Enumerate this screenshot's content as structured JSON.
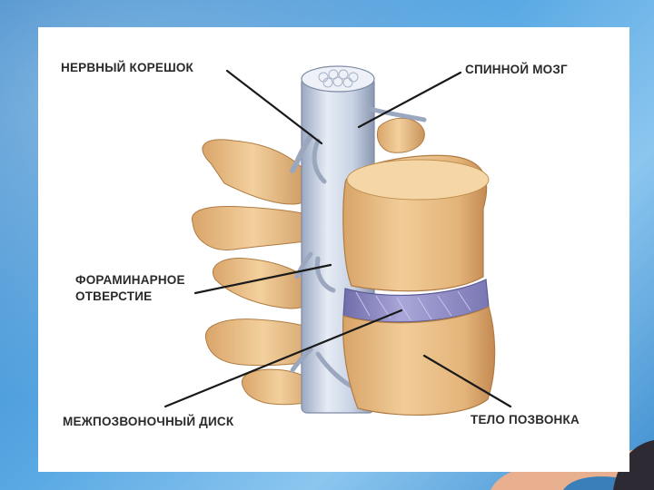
{
  "labels": {
    "nerve_root": "НЕРВНЫЙ КОРЕШОК",
    "spinal_cord": "СПИННОЙ МОЗГ",
    "foramen_line1": "ФОРАМИНАРНОЕ",
    "foramen_line2": "ОТВЕРСТИЕ",
    "disc": "МЕЖПОЗВОНОЧНЫЙ ДИСК",
    "vertebral_body": "ТЕЛО ПОЗВОНКА"
  },
  "colors": {
    "slide_background": "#3f8fd0",
    "panel": "#ffffff",
    "bone": "#ecc48c",
    "bone_shadow": "#c8935a",
    "disc": "#8e8bc4",
    "spinal_cord": "#c9d3e4",
    "leader_line": "#1a1a1a"
  }
}
